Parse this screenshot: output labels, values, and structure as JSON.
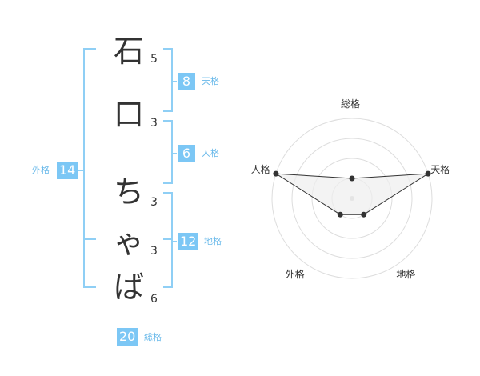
{
  "name_chars": [
    {
      "char": "石",
      "strokes": "5"
    },
    {
      "char": "口",
      "strokes": "3"
    },
    {
      "char": "ち",
      "strokes": "3"
    },
    {
      "char": "ゃ",
      "strokes": "3"
    },
    {
      "char": "ば",
      "strokes": "6"
    }
  ],
  "kakusu": {
    "tenkaku": {
      "value": "8",
      "label": "天格"
    },
    "jinkaku": {
      "value": "6",
      "label": "人格"
    },
    "chikaku": {
      "value": "12",
      "label": "地格"
    },
    "gaikaku": {
      "value": "14",
      "label": "外格"
    },
    "soukaku": {
      "value": "20",
      "label": "総格"
    }
  },
  "colors": {
    "accent": "#7cc7f5",
    "accent_text": "#69b9ea",
    "text": "#333333",
    "grid": "#dddddd"
  },
  "chart_data": {
    "type": "radar",
    "axes": [
      "総格",
      "天格",
      "地格",
      "外格",
      "人格"
    ],
    "values": [
      1,
      4,
      1,
      1,
      4
    ],
    "rmax": 4,
    "rings": 4,
    "grid": true,
    "fill": "#eeeeee",
    "stroke": "#333333"
  }
}
